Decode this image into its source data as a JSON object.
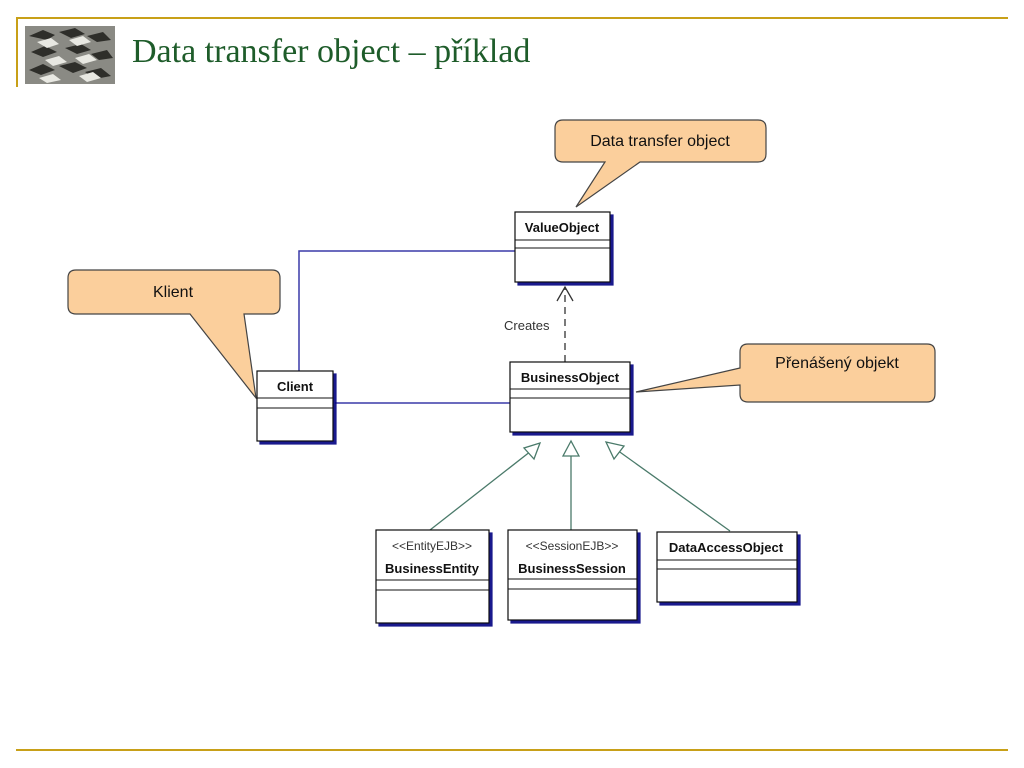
{
  "colors": {
    "accent": "#c8a018",
    "title": "#1e5c2a",
    "association": "#3a3aa8",
    "inheritance": "#4a7a6a",
    "callout_fill": "#fbcf9c",
    "callout_border": "#444444"
  },
  "logo": {
    "icon": "escher-birds-logo"
  },
  "slide": {
    "title": "Data transfer object – příklad"
  },
  "diagram": {
    "classes": {
      "value_object": {
        "name": "ValueObject"
      },
      "client": {
        "name": "Client"
      },
      "business_object": {
        "name": "BusinessObject"
      },
      "business_entity": {
        "stereotype": "<<EntityEJB>>",
        "name": "BusinessEntity"
      },
      "business_session": {
        "stereotype": "<<SessionEJB>>",
        "name": "BusinessSession"
      },
      "data_access_object": {
        "name": "DataAccessObject"
      }
    },
    "dependency_label": "Creates",
    "callouts": {
      "dto": "Data transfer object",
      "klient": "Klient",
      "prenaseny": "Přenášený objekt"
    }
  }
}
